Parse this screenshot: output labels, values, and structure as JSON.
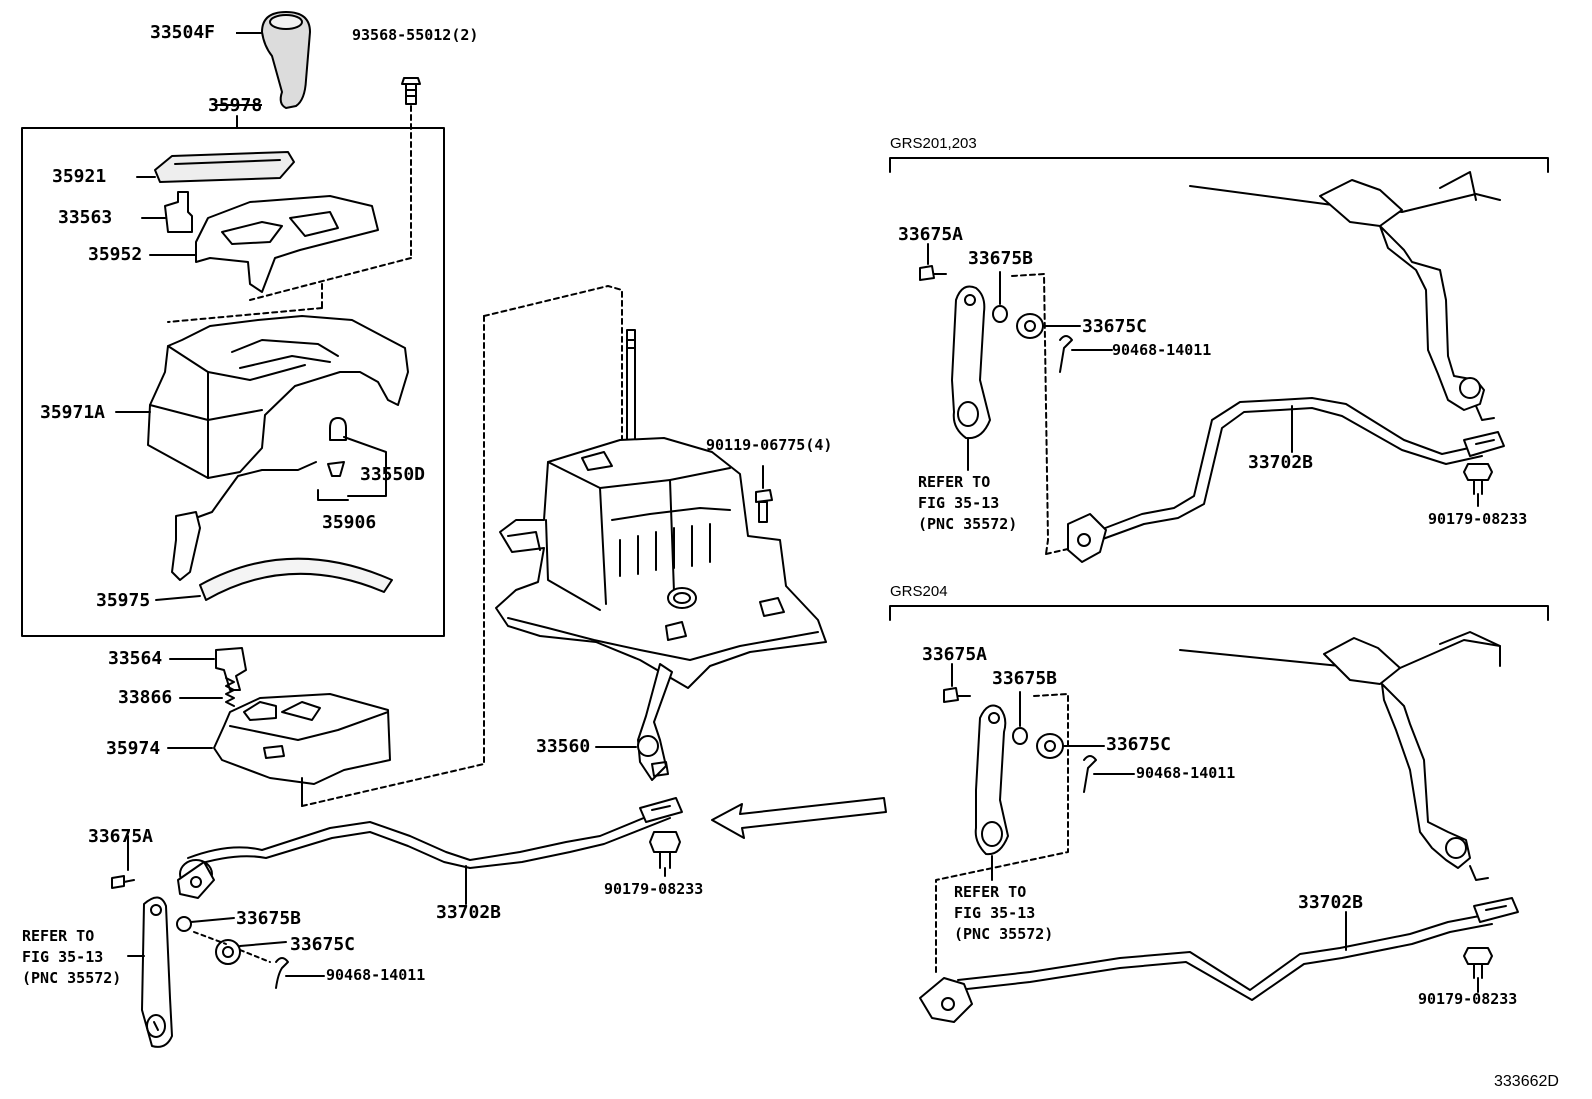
{
  "parts": {
    "p33504F": "33504F",
    "p93568": "93568-55012(2)",
    "p35978": "35978",
    "p35921": "35921",
    "p33563": "33563",
    "p35952": "35952",
    "p35971A": "35971A",
    "p33550D": "33550D",
    "p35906": "35906",
    "p35975": "35975",
    "p33564": "33564",
    "p33866": "33866",
    "p35974": "35974",
    "p33560": "33560",
    "p90119": "90119-06775(4)",
    "p90179_center": "90179-08233",
    "p33702B_center": "33702B",
    "p33675A_left": "33675A",
    "p33675B_left": "33675B",
    "p33675C_left": "33675C",
    "p90468_left": "90468-14011",
    "p33675A_top": "33675A",
    "p33675B_top": "33675B",
    "p33675C_top": "33675C",
    "p90468_top": "90468-14011",
    "p33702B_top": "33702B",
    "p90179_top": "90179-08233",
    "p33675A_bot": "33675A",
    "p33675B_bot": "33675B",
    "p33675C_bot": "33675C",
    "p90468_bot": "90468-14011",
    "p33702B_bot": "33702B",
    "p90179_bot": "90179-08233"
  },
  "refer_note": {
    "line1": "REFER TO",
    "line2": "FIG 35-13",
    "line3": "(PNC 35572)"
  },
  "groups": {
    "top": "GRS201,203",
    "bottom": "GRS204"
  },
  "figure_id": "333662D"
}
